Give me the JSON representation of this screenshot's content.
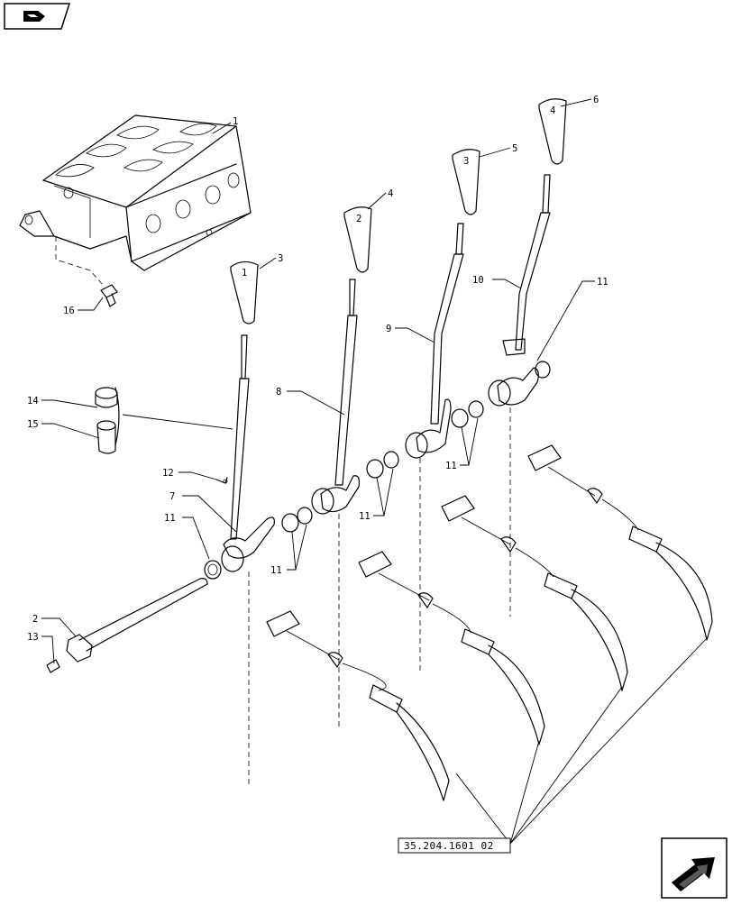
{
  "nav": {
    "prev_icon": "back-arrow-icon",
    "next_icon": "forward-arrow-icon"
  },
  "callouts": [
    "1",
    "2",
    "3",
    "4",
    "5",
    "6",
    "7",
    "8",
    "9",
    "10",
    "11",
    "12",
    "13",
    "14",
    "15",
    "16"
  ],
  "knob_numbers": [
    "1",
    "2",
    "3",
    "4"
  ],
  "reference_code": "35.204.1601 02"
}
